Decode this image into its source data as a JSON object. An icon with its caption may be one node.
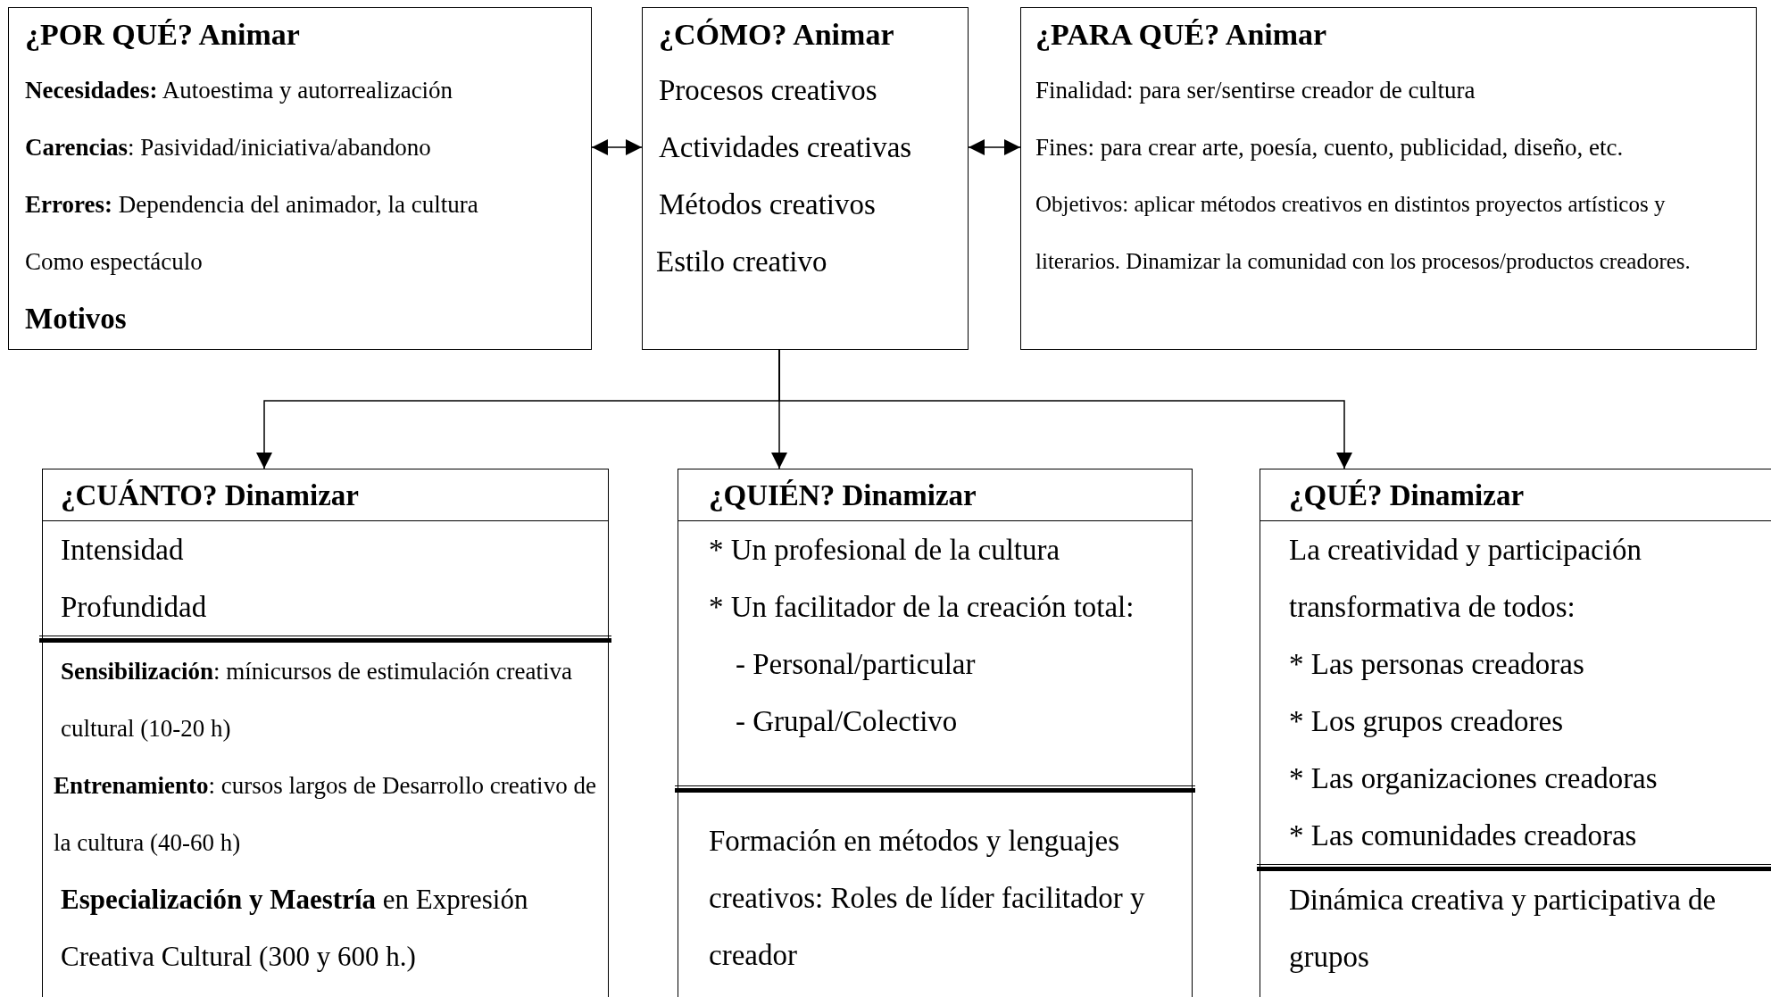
{
  "diagram": {
    "nodes": [
      {
        "text": [
          "¿POR QUÉ? Animar",
          "**Necesidades:** Autoestima y autorrealización",
          "**Carencias**: Pasividad/iniciativa/abandono",
          "**Errores:** Dependencia del animador, la cultura Como espectáculo",
          "Motivos"
        ]
      },
      {
        "text": [
          "¿CÓMO? Animar",
          "Procesos creativos",
          "Actividades creativas",
          "Métodos creativos",
          "Estilo creativo"
        ]
      },
      {
        "text": [
          "¿PARA QUÉ? Animar",
          "Finalidad: para ser/sentirse creador de cultura",
          "Fines: para crear arte, poesía, cuento, publicidad, diseño, etc.",
          "Objetivos: aplicar métodos creativos en distintos proyectos artísticos y literarios. Dinamizar la comunidad con los procesos/productos creadores."
        ]
      },
      {
        "text": [
          "¿CUÁNTO? Dinamizar",
          "Intensidad",
          "Profundidad",
          "**Sensibilización**: mínicursos de estimulación creativa cultural (10-20 h)",
          "**Entrenamiento**: cursos largos de Desarrollo creativo de la cultura (40-60 h)",
          "**Especialización y Maestría** en Expresión Creativa Cultural (300 y 600 h.)"
        ]
      },
      {
        "text": [
          "¿QUIÉN? Dinamizar",
          "* Un profesional de la cultura",
          "* Un facilitador de la creación total:",
          "- Personal/particular",
          "- Grupal/Colectivo",
          "Formación en métodos y lenguajes creativos: Roles de líder facilitador y creador"
        ]
      },
      {
        "text": [
          "¿QUÉ? Dinamizar",
          "La creatividad y participación transformativa de todos:",
          "* Las personas creadoras",
          "* Los grupos creadores",
          "* Las organizaciones creadoras",
          "* Las comunidades creadoras",
          "Dinámica creativa y participativa de grupos"
        ]
      }
    ],
    "edges": [
      {
        "from": 0,
        "to": 1,
        "arrow": "both"
      },
      {
        "from": 1,
        "to": 2,
        "arrow": "both"
      },
      {
        "from": 1,
        "to": 3,
        "arrow": "to"
      },
      {
        "from": 1,
        "to": 4,
        "arrow": "to"
      },
      {
        "from": 1,
        "to": 5,
        "arrow": "to"
      }
    ]
  }
}
